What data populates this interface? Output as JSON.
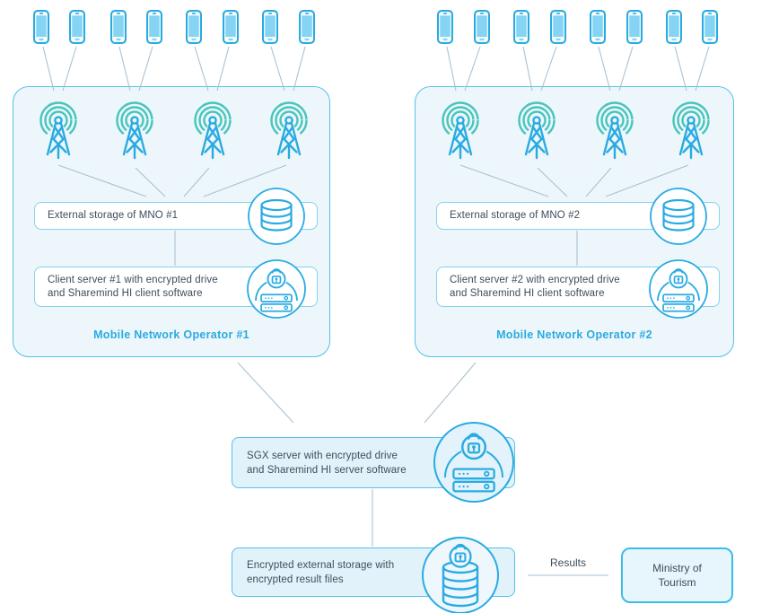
{
  "operators": [
    {
      "title": "Mobile Network Operator #1",
      "storage_label": "External storage of MNO #1",
      "server_label_line1": "Client server #1 with encrypted drive",
      "server_label_line2": "and Sharemind HI client software",
      "phone_count": 8,
      "antenna_count": 4
    },
    {
      "title": "Mobile Network Operator #2",
      "storage_label": "External storage of MNO #2",
      "server_label_line1": "Client server #2 with encrypted drive",
      "server_label_line2": "and Sharemind HI client software",
      "phone_count": 8,
      "antenna_count": 4
    }
  ],
  "sgx_server": {
    "label_line1": "SGX server with encrypted drive",
    "label_line2": "and Sharemind HI server software"
  },
  "encrypted_storage": {
    "label_line1": "Encrypted external storage with",
    "label_line2": "encrypted result files"
  },
  "results_label": "Results",
  "ministry": {
    "label_line1": "Ministry of",
    "label_line2": "Tourism"
  },
  "icons": {
    "phone": "smartphone-icon",
    "antenna": "cell-tower-icon",
    "database": "database-icon",
    "encrypted_server": "lock-server-icon",
    "encrypted_database": "lock-database-icon"
  },
  "colors": {
    "accent_blue": "#29abe2",
    "teal": "#47c5bd",
    "container_fill": "#edf6fa",
    "container_border": "#55c1e9",
    "box_fill_light": "#e2f2fa",
    "phone_screen": "#85d4f3",
    "connector_gray": "#a9c2d2",
    "text_dark": "#3d4d5c"
  }
}
